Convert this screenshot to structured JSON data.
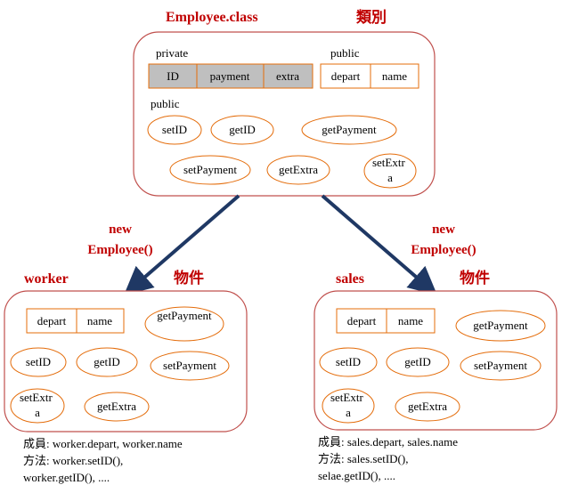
{
  "colors": {
    "accent_red": "#c00000",
    "arrow_navy": "#1f3864",
    "oval_orange": "#e46c0a",
    "field_gray": "#bfbfbf",
    "box_border": "#c0504d"
  },
  "class_box": {
    "title": "Employee.class",
    "tag": "類別",
    "private_label": "private",
    "public_fields_label": "public",
    "public_methods_label": "public",
    "private_fields": [
      "ID",
      "payment",
      "extra"
    ],
    "public_fields": [
      "depart",
      "name"
    ],
    "methods": [
      "setID",
      "getID",
      "getPayment",
      "setPayment",
      "getExtra",
      "setExtra"
    ]
  },
  "arrows": {
    "left_label": [
      "new",
      "Employee()"
    ],
    "right_label": [
      "new",
      "Employee()"
    ]
  },
  "worker": {
    "title": "worker",
    "tag": "物件",
    "fields": [
      "depart",
      "name"
    ],
    "methods": [
      "getPayment",
      "setID",
      "getID",
      "setPayment",
      "setExtra",
      "getExtra"
    ],
    "caption": [
      "成員: worker.depart, worker.name",
      "方法: worker.setID(),",
      "worker.getID(), ...."
    ]
  },
  "sales": {
    "title": "sales",
    "tag": "物件",
    "fields": [
      "depart",
      "name"
    ],
    "methods": [
      "getPayment",
      "setID",
      "getID",
      "setPayment",
      "setExtra",
      "getExtra"
    ],
    "caption": [
      "成員: sales.depart, sales.name",
      "方法: sales.setID(),",
      "selae.getID(), ...."
    ]
  }
}
